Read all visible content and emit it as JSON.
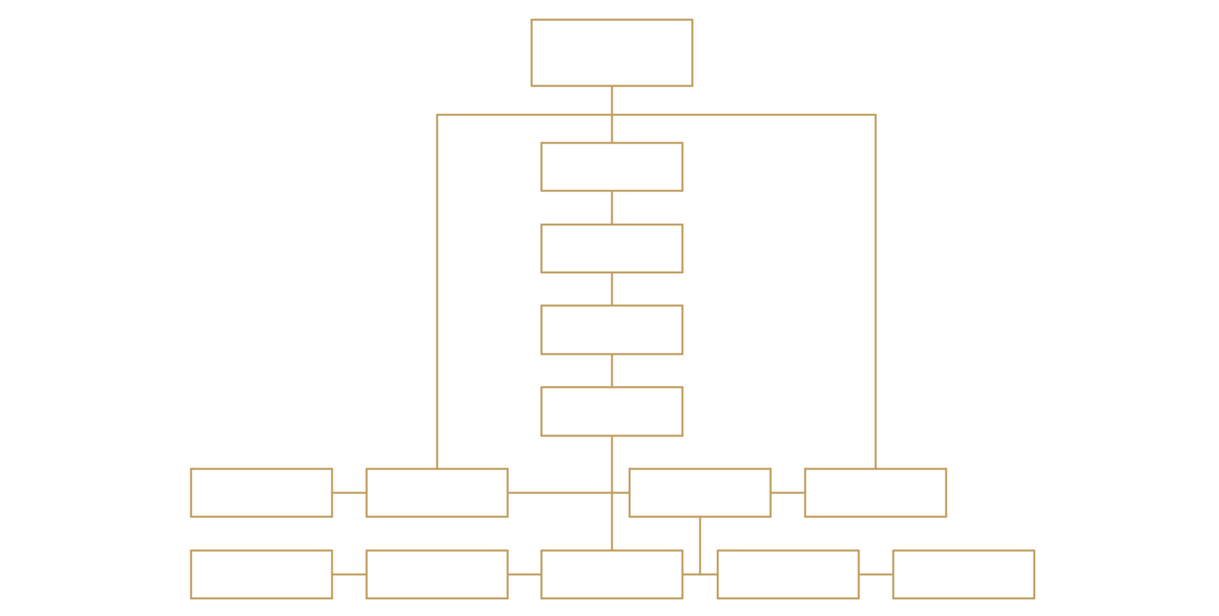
{
  "diagram": {
    "type": "org-chart",
    "colors": {
      "line": "#c09b5b",
      "box_fill": "#ffffff",
      "background": "#ffffff"
    },
    "nodes": [
      {
        "id": "top",
        "label": ""
      },
      {
        "id": "level-1",
        "label": ""
      },
      {
        "id": "level-2",
        "label": ""
      },
      {
        "id": "level-3",
        "label": ""
      },
      {
        "id": "level-4",
        "label": ""
      },
      {
        "id": "row1-far-left",
        "label": ""
      },
      {
        "id": "row1-left",
        "label": ""
      },
      {
        "id": "row1-right",
        "label": ""
      },
      {
        "id": "row1-far-right",
        "label": ""
      },
      {
        "id": "row2-1",
        "label": ""
      },
      {
        "id": "row2-2",
        "label": ""
      },
      {
        "id": "row2-center",
        "label": ""
      },
      {
        "id": "row2-4",
        "label": ""
      },
      {
        "id": "row2-5",
        "label": ""
      }
    ],
    "edges": [
      [
        "top",
        "level-1"
      ],
      [
        "top",
        "row1-left"
      ],
      [
        "top",
        "row1-far-right"
      ],
      [
        "level-1",
        "level-2"
      ],
      [
        "level-2",
        "level-3"
      ],
      [
        "level-3",
        "level-4"
      ],
      [
        "level-4",
        "row2-center"
      ],
      [
        "row1-far-left",
        "row1-left"
      ],
      [
        "row1-left",
        "row1-right"
      ],
      [
        "row1-right",
        "row1-far-right"
      ],
      [
        "row1-right",
        "row2-4"
      ],
      [
        "row2-1",
        "row2-2"
      ],
      [
        "row2-2",
        "row2-center"
      ],
      [
        "row2-center",
        "row2-4"
      ],
      [
        "row2-4",
        "row2-5"
      ]
    ]
  }
}
